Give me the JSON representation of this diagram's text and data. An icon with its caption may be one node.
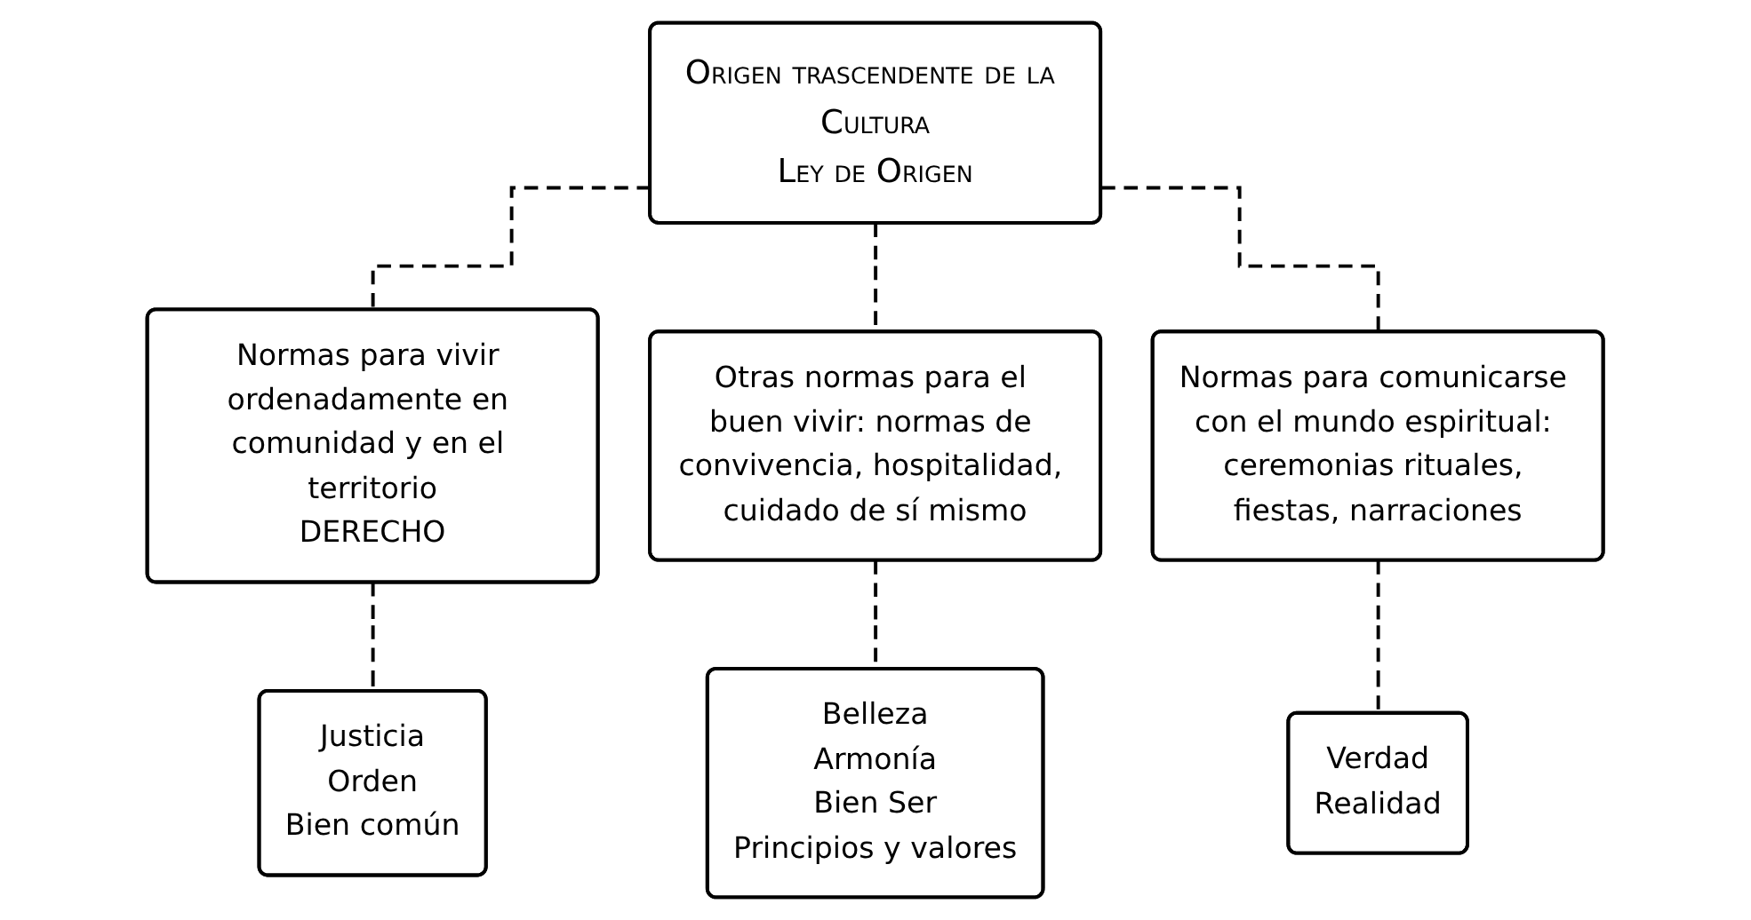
{
  "diagram": {
    "nodes": [
      {
        "text": [
          "Origen trascendente de la Cultura",
          "Ley de Origen"
        ]
      },
      {
        "text": [
          "Normas para vivir ordenadamente en comunidad y en el territorio",
          "DERECHO"
        ]
      },
      {
        "text": [
          "Otras normas para el buen vivir: normas de convivencia, hospitalidad, cuidado de sí mismo"
        ]
      },
      {
        "text": [
          "Normas para comunicarse con el mundo espiritual: ceremonias rituales, fiestas, narraciones"
        ]
      },
      {
        "text": [
          "Justicia",
          "Orden",
          "Bien común"
        ]
      },
      {
        "text": [
          "Belleza",
          "Armonía",
          "Bien Ser",
          "Principios y valores"
        ]
      },
      {
        "text": [
          "Verdad",
          "Realidad"
        ]
      }
    ],
    "edges": [
      {
        "from": 0,
        "to": 1,
        "arrow": "none",
        "style": "dashed"
      },
      {
        "from": 0,
        "to": 2,
        "arrow": "none",
        "style": "dashed"
      },
      {
        "from": 0,
        "to": 3,
        "arrow": "none",
        "style": "dashed"
      },
      {
        "from": 1,
        "to": 4,
        "arrow": "none",
        "style": "dashed"
      },
      {
        "from": 2,
        "to": 5,
        "arrow": "none",
        "style": "dashed"
      },
      {
        "from": 3,
        "to": 6,
        "arrow": "none",
        "style": "dashed"
      }
    ]
  }
}
